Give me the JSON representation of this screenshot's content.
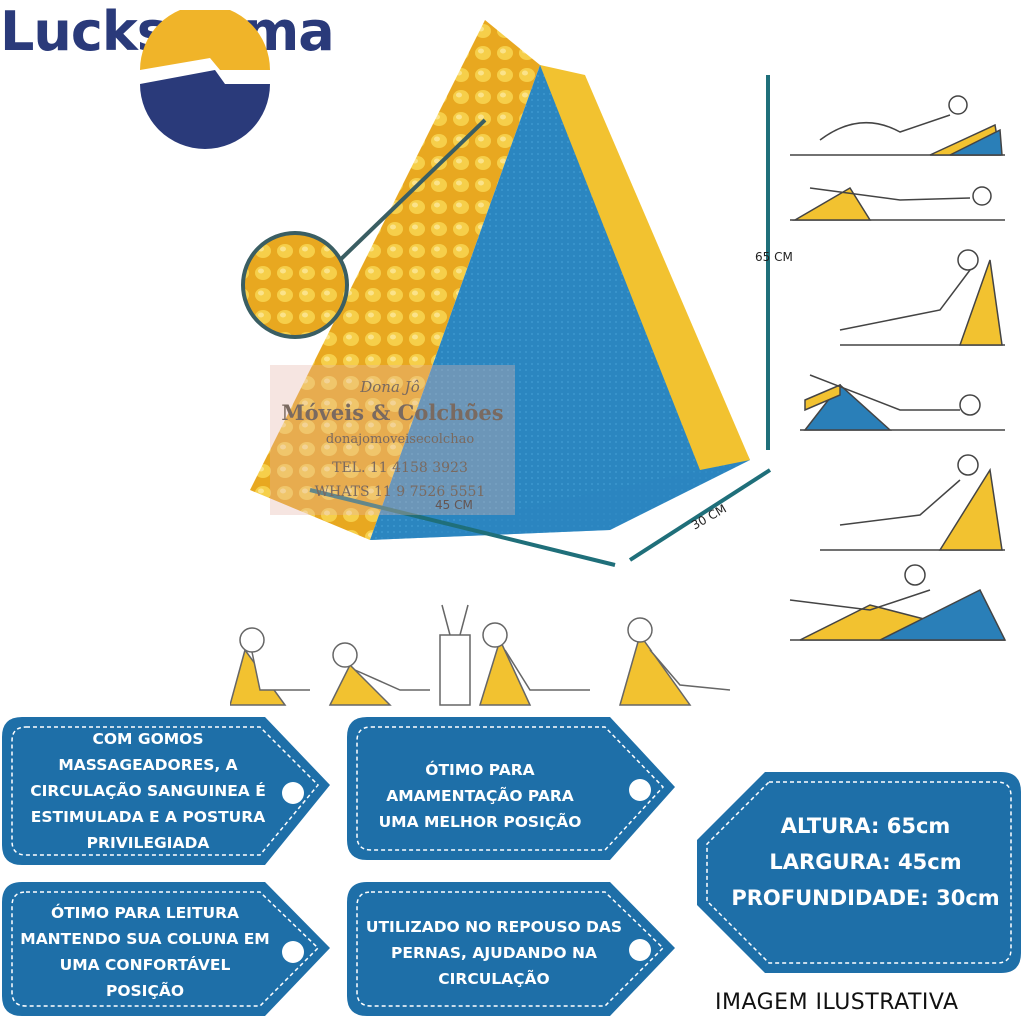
{
  "brand": {
    "name": "Luckspuma",
    "color": "#2a3a7a",
    "accent": "#f0b429"
  },
  "product": {
    "dimension_labels": {
      "height": "65 CM",
      "width": "45 CM",
      "depth": "30 CM"
    }
  },
  "watermark": {
    "line1": "Dona Jô",
    "line2": "Móveis & Colchões",
    "instagram": "donajomoveisecolchao",
    "tel": "TEL. 11 4158 3923",
    "whats": "WHATS 11 9 7526 5551"
  },
  "tags": [
    {
      "text": "COM GOMOS MASSAGEADORES, A CIRCULAÇÃO SANGUINEA É ESTIMULADA E A POSTURA PRIVILEGIADA"
    },
    {
      "text": "ÓTIMO PARA AMAMENTAÇÃO PARA UMA MELHOR POSIÇÃO"
    },
    {
      "text": "ÓTIMO PARA LEITURA MANTENDO SUA COLUNA EM UMA CONFORTÁVEL POSIÇÃO"
    },
    {
      "text": "UTILIZADO NO REPOUSO DAS PERNAS, AJUDANDO NA CIRCULAÇÃO"
    }
  ],
  "specs": {
    "altura": "ALTURA: 65cm",
    "largura": "LARGURA: 45cm",
    "profundidade": "PROFUNDIDADE: 30cm"
  },
  "disclaimer": "IMAGEM ILUSTRATIVA",
  "colors": {
    "tag_blue": "#1e6fa8",
    "foam_yellow": "#f2c230",
    "foam_blue": "#2a7fb8"
  }
}
